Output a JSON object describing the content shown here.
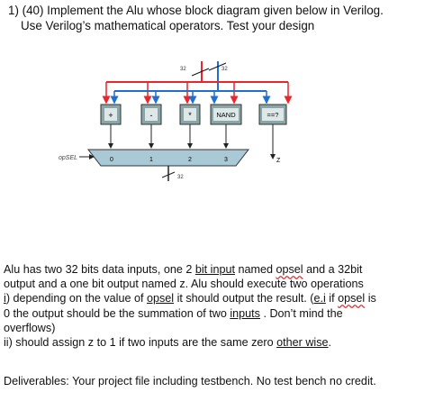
{
  "question": {
    "line1": "1) (40) Implement the Alu whose block diagram given below in Verilog.",
    "line2": "Use Verilog’s mathematical operators. Test your design"
  },
  "diagram": {
    "bus_width_a": "32",
    "bus_width_b": "32",
    "bus_width_out": "32",
    "ops": [
      "+",
      "-",
      "*",
      "NAND",
      "==?"
    ],
    "mux_inputs": [
      "0",
      "1",
      "2",
      "3"
    ],
    "select_label": "opSEL",
    "z_label": "Z",
    "colors": {
      "red_bus": "#e8262b",
      "blue_bus": "#1f6fd1",
      "box_fill": "#8aa6a6",
      "mux_fill": "#a9c9d6"
    }
  },
  "paragraph": {
    "l1a": "Alu has two 32 bits data inputs, one 2 ",
    "l1u1": "bit  input",
    "l1b": " named ",
    "l1u2": "opsel",
    "l1c": "  and a 32bit",
    "l2": "output and a one bit output named z.  Alu should execute two operations",
    "l3a": " ",
    "l3u1": "i",
    "l3b": ") depending on the value of ",
    "l3u2": "opsel",
    "l3c": " it should output the result. (",
    "l3u3": "e.i",
    "l3d": " if ",
    "l3u4": "opsel",
    "l3e": " is",
    "l4a": "0 the output should be the summation of two ",
    "l4u": "inputs",
    "l4b": " . Don’t mind the",
    "l5": "overflows)",
    "l6a": "ii) should assign z to 1 if two inputs are the same zero ",
    "l6u": "other wise",
    "l6b": "."
  },
  "deliverables": "Deliverables: Your project file including testbench.  No test bench no credit."
}
